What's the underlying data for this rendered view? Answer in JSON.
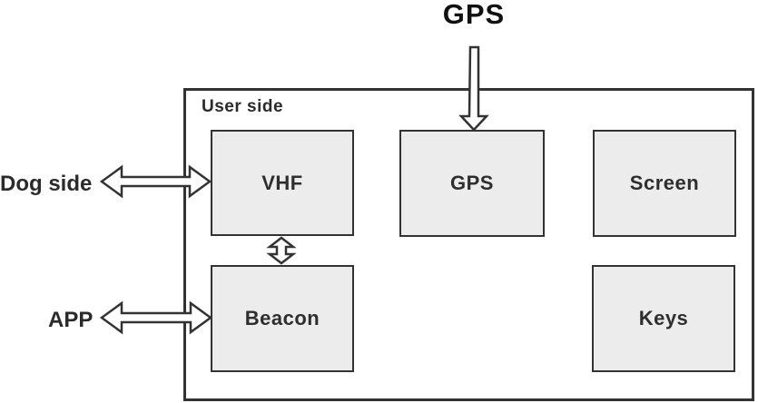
{
  "diagram": {
    "top_label": "GPS",
    "container": {
      "label": "User side"
    },
    "nodes": [
      {
        "id": "vhf",
        "label": "VHF"
      },
      {
        "id": "gps",
        "label": "GPS"
      },
      {
        "id": "screen",
        "label": "Screen"
      },
      {
        "id": "beacon",
        "label": "Beacon"
      },
      {
        "id": "keys",
        "label": "Keys"
      }
    ],
    "external_labels": [
      {
        "id": "dog-side",
        "label": "Dog side"
      },
      {
        "id": "app",
        "label": "APP"
      }
    ],
    "connections": [
      {
        "from": "GPS (external)",
        "to": "GPS",
        "direction": "down",
        "style": "single-hollow-arrow"
      },
      {
        "from": "Dog side",
        "to": "VHF",
        "direction": "both",
        "style": "double-hollow-arrow"
      },
      {
        "from": "APP",
        "to": "Beacon",
        "direction": "both",
        "style": "double-hollow-arrow"
      },
      {
        "from": "VHF",
        "to": "Beacon",
        "direction": "both",
        "style": "double-hollow-arrow"
      }
    ],
    "colors": {
      "background": "#ffffff",
      "node_fill": "#ececec",
      "border": "#333333",
      "arrow_fill": "#ffffff",
      "text": "#2b2b2b"
    }
  }
}
